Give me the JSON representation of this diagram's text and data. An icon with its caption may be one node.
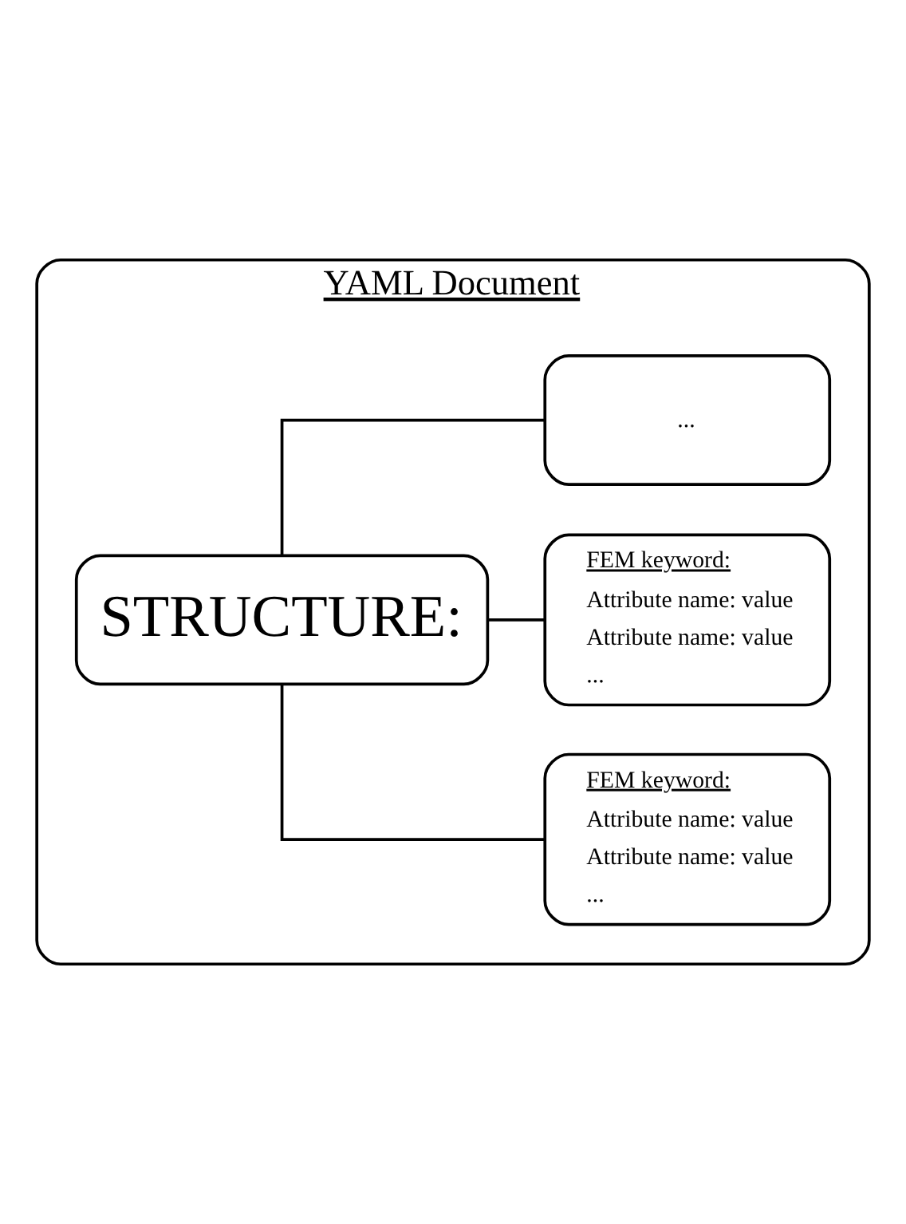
{
  "diagram": {
    "nodes": [
      {
        "text": [
          "YAML Document"
        ]
      },
      {
        "text": [
          "STRUCTURE:"
        ],
        "in": 0
      },
      {
        "text": [
          "FEM keyword:",
          "Attribute name: value",
          "Attribute name: value",
          "..."
        ],
        "in": 0
      },
      {
        "text": [
          "FEM keyword:",
          "Attribute name: value",
          "Attribute name: value",
          "..."
        ],
        "in": 0
      },
      {
        "text": [
          "..."
        ],
        "in": 0
      }
    ],
    "edges": [
      {
        "from": 1,
        "to": 2,
        "arrow": "none"
      },
      {
        "from": 1,
        "to": 3,
        "arrow": "none"
      },
      {
        "from": 1,
        "to": 4,
        "arrow": "none"
      }
    ]
  }
}
